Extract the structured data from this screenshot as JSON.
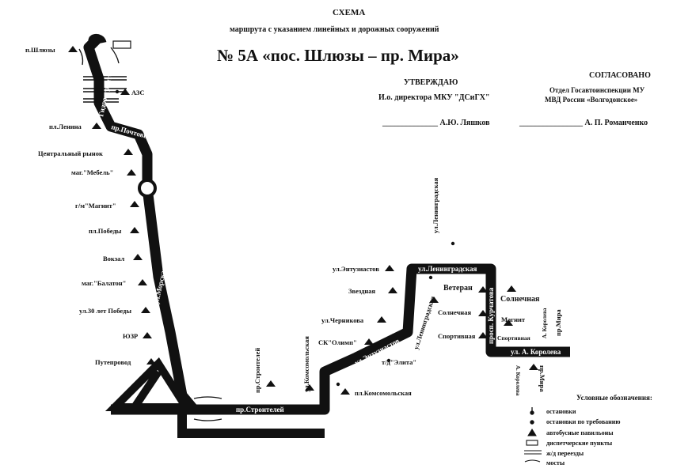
{
  "header": {
    "scheme": "СХЕМА",
    "subtitle": "маршрута с указанием линейных и дорожных сооружений",
    "title": "№ 5А «пос. Шлюзы – пр. Мира»",
    "approve_left": {
      "heading": "УТВЕРЖДАЮ",
      "position": "И.о. директора МКУ \"ДСиГХ\"",
      "signature": "______________ А.Ю. Ляшков"
    },
    "approve_right": {
      "heading": "СОГЛАСОВАНО",
      "line1": "Отдел Госавтоинспекции МУ",
      "line2": "МВД России «Волгодонское»",
      "signature": "________________ А. П. Романченко"
    }
  },
  "stops": [
    {
      "id": "shlyuzy",
      "label": "п.Шлюзы"
    },
    {
      "id": "azs",
      "label": "АЗС"
    },
    {
      "id": "lenina",
      "label": "пл.Ленина"
    },
    {
      "id": "rynok",
      "label": "Центральный рынок"
    },
    {
      "id": "mebel",
      "label": "маг.\"Мебель\""
    },
    {
      "id": "magnit1",
      "label": "г/м\"Магнит\""
    },
    {
      "id": "pobedy",
      "label": "пл.Победы"
    },
    {
      "id": "vokzal",
      "label": "Вокзал"
    },
    {
      "id": "balaton",
      "label": "маг.\"Балатон\""
    },
    {
      "id": "let30",
      "label": "ул.30 лет Победы"
    },
    {
      "id": "yuzr",
      "label": "ЮЗР"
    },
    {
      "id": "puteprovod",
      "label": "Путепровод"
    },
    {
      "id": "entuziastov",
      "label": "ул.Энтузиастов"
    },
    {
      "id": "zvezdnaya",
      "label": "Звездная"
    },
    {
      "id": "chernikova",
      "label": "ул.Черникова"
    },
    {
      "id": "olimp",
      "label": "СК\"Олимп\""
    },
    {
      "id": "elita",
      "label": "т/д\"Элита\""
    },
    {
      "id": "komsom",
      "label": "пл.Комсомольская"
    },
    {
      "id": "leningr-top",
      "label": "ул.Ленинградская"
    },
    {
      "id": "veteran",
      "label": "Ветеран"
    },
    {
      "id": "solnech1",
      "label": "Солнечная"
    },
    {
      "id": "solnech2",
      "label": "Солнечная"
    },
    {
      "id": "magnit2",
      "label": "Магнит"
    },
    {
      "id": "sport1",
      "label": "Спортивная"
    },
    {
      "id": "sport2",
      "label": "Спортивная"
    },
    {
      "id": "stroit-lbl",
      "label": "пр.Строителей"
    },
    {
      "id": "komsom-v",
      "label": "ул.Комсомольская"
    },
    {
      "id": "korol-a",
      "label": "А. Королева"
    },
    {
      "id": "mira-a",
      "label": "пр.Мира"
    },
    {
      "id": "korol-b",
      "label": "А. Королева"
    },
    {
      "id": "mira-b",
      "label": "пр.Мира"
    }
  ],
  "streets": {
    "gidrostroiteley": "Гидростроителей",
    "pochtovy": "пр.Почтовый",
    "morskaya": "ул.Морская",
    "stroiteley": "пр.Строителей",
    "entuziastov": "ул.Энтузиастов",
    "leningradskaya_h": "ул.Ленинградская",
    "leningradskaya_v": "ул.Ленинградская",
    "kurchatova": "просп. Курчатова",
    "korolyova": "ул. А. Королева"
  },
  "legend": {
    "title": "Условные обозначения:",
    "items": [
      "остановки",
      "остановки по требованию",
      "автобусные павильоны",
      "диспетчерские пункты",
      "ж/д переезды",
      "мосты"
    ]
  },
  "colors": {
    "route": "#111111",
    "ink": "#111111",
    "background": "#ffffff"
  }
}
